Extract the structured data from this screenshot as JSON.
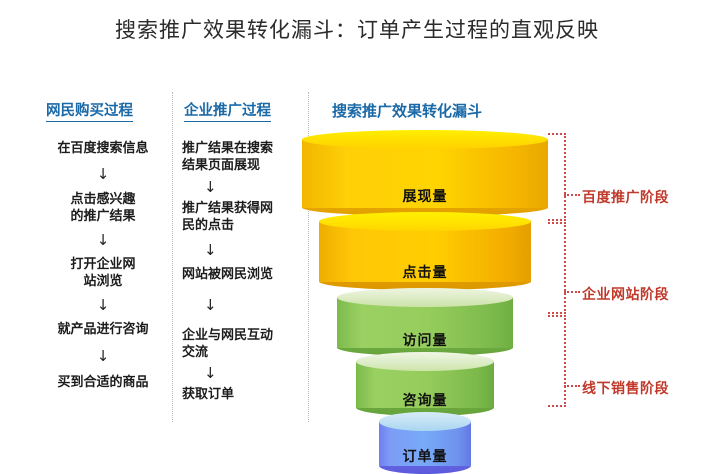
{
  "page": {
    "title": "搜索推广效果转化漏斗：订单产生过程的直观反映"
  },
  "columns": {
    "users": {
      "header": "网民购买过程",
      "steps": [
        "在百度搜索信息",
        "点击感兴趣\n的推广结果",
        "打开企业网\n站浏览",
        "就产品进行咨询",
        "买到合适的商品"
      ],
      "arrow": "↓"
    },
    "company": {
      "header": "企业推广过程",
      "steps": [
        "推广结果在搜索\n结果页面展现",
        "推广结果获得网\n民的点击",
        "网站被网民浏览",
        "企业与网民互动\n交流",
        "获取订单"
      ],
      "arrow": "↓"
    }
  },
  "funnel": {
    "header": "搜索推广效果转化漏斗",
    "layers": [
      {
        "label": "展现量",
        "color": "#ffd400"
      },
      {
        "label": "点击量",
        "color": "#ffcd00"
      },
      {
        "label": "访问量",
        "color": "#96cd5c"
      },
      {
        "label": "咨询量",
        "color": "#95cc5b"
      },
      {
        "label": "订单量",
        "color": "#78aaf8"
      }
    ]
  },
  "stages": [
    {
      "label": "百度推广阶段",
      "color": "#c0392b"
    },
    {
      "label": "企业网站阶段",
      "color": "#c0392b"
    },
    {
      "label": "线下销售阶段",
      "color": "#c0392b"
    }
  ],
  "chart_data": {
    "type": "funnel",
    "title": "搜索推广效果转化漏斗：订单产生过程的直观反映",
    "categories": [
      "展现量",
      "点击量",
      "访问量",
      "咨询量",
      "订单量"
    ],
    "relative_widths": [
      246,
      212,
      176,
      138,
      92
    ],
    "colors": [
      "#ffd400",
      "#ffcd00",
      "#96cd5c",
      "#95cc5b",
      "#78aaf8"
    ],
    "stage_groups": [
      {
        "name": "百度推广阶段",
        "covers": [
          "展现量",
          "点击量"
        ]
      },
      {
        "name": "企业网站阶段",
        "covers": [
          "访问量",
          "咨询量"
        ]
      },
      {
        "name": "线下销售阶段",
        "covers": [
          "订单量"
        ]
      }
    ],
    "parallel_tracks": [
      {
        "name": "网民购买过程",
        "steps": [
          "在百度搜索信息",
          "点击感兴趣的推广结果",
          "打开企业网站浏览",
          "就产品进行咨询",
          "买到合适的商品"
        ]
      },
      {
        "name": "企业推广过程",
        "steps": [
          "推广结果在搜索结果页面展现",
          "推广结果获得网民的点击",
          "网站被网民浏览",
          "企业与网民互动交流",
          "获取订单"
        ]
      }
    ],
    "legend": "none",
    "grid": false
  }
}
